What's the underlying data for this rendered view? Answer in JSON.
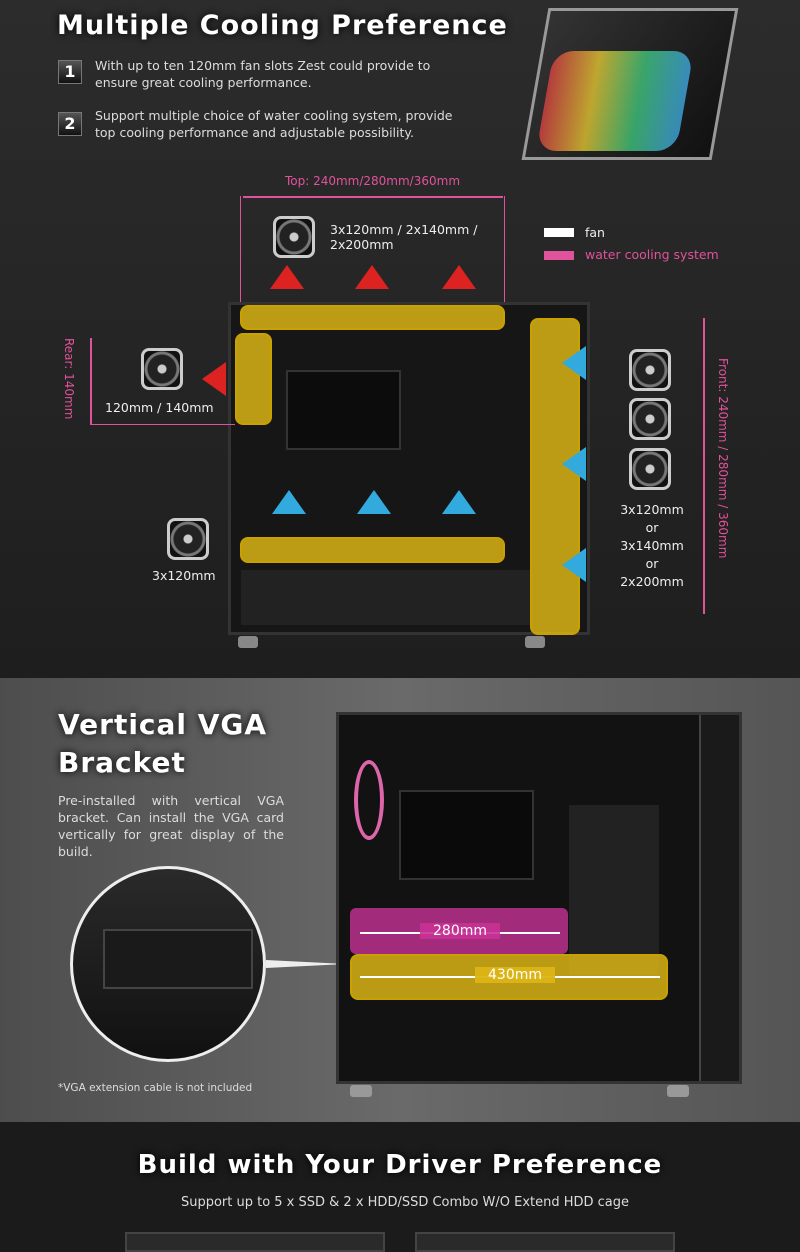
{
  "cooling": {
    "title": "Multiple Cooling Preference",
    "points": [
      {
        "num": "1",
        "text": "With up to ten 120mm fan slots Zest could provide to ensure great cooling performance."
      },
      {
        "num": "2",
        "text": "Support multiple choice of water cooling system, provide top cooling performance and adjustable possibility."
      }
    ],
    "top_dim": "Top: 240mm/280mm/360mm",
    "top_fans": "3x120mm / 2x140mm / 2x200mm",
    "legend": {
      "fan": "fan",
      "water": "water cooling system",
      "fan_color": "#ffffff",
      "water_color": "#e0529b"
    },
    "rear_dim": "Rear: 140mm",
    "rear_fans": "120mm / 140mm",
    "bottom_fans": "3x120mm",
    "front_dim": "Front: 240mm / 280mm / 360mm",
    "front_fans": [
      "3x120mm",
      "or",
      "3x140mm",
      "or",
      "2x200mm"
    ]
  },
  "vga": {
    "title_line1": "Vertical VGA",
    "title_line2": "Bracket",
    "text": "Pre-installed with vertical VGA bracket. Can install the VGA card vertically for great display of the build.",
    "note": "*VGA extension cable is not included",
    "dim1": "280mm",
    "dim2": "430mm"
  },
  "driver": {
    "title": "Build with Your Driver Preference",
    "subtitle": "Support up to 5 x SSD & 2 x HDD/SSD Combo W/O Extend HDD cage"
  }
}
